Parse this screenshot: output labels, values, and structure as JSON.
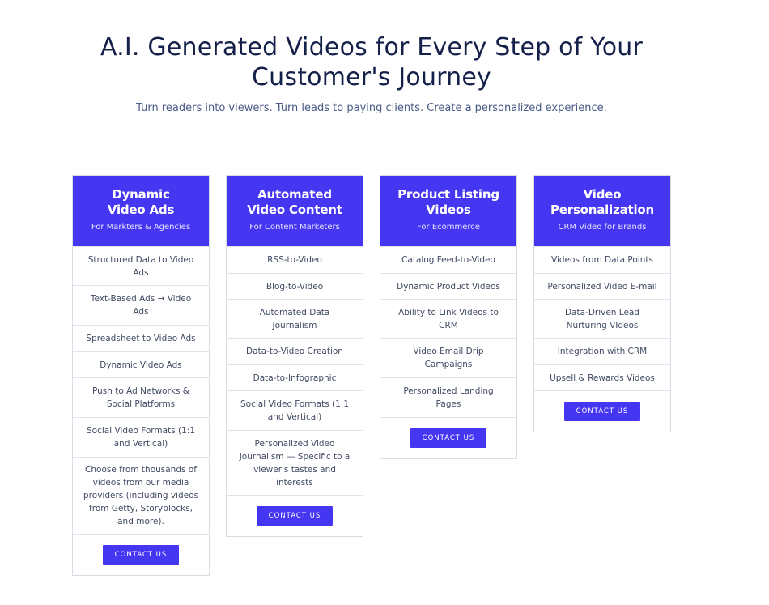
{
  "header": {
    "title_line1": "A.I. Generated Videos for Every Step of Your",
    "title_line2": "Customer's Journey",
    "subtitle": "Turn readers into viewers. Turn leads to paying clients. Create a personalized experience."
  },
  "cards": [
    {
      "title_line1": "Dynamic",
      "title_line2": "Video Ads",
      "tagline": "For Markters & Agencies",
      "features": [
        "Structured Data to Video Ads",
        "Text-Based Ads → Video Ads",
        "Spreadsheet to Video Ads",
        "Dynamic Video Ads",
        "Push to Ad Networks & Social Platforms",
        "Social Video Formats (1:1 and Vertical)",
        "Choose from thousands of videos from our media providers (including videos from Getty, Storyblocks, and more)."
      ],
      "cta": "CONTACT US"
    },
    {
      "title_line1": "Automated",
      "title_line2": "Video Content",
      "tagline": "For Content Marketers",
      "features": [
        "RSS-to-Video",
        "Blog-to-Video",
        "Automated Data Journalism",
        "Data-to-Video Creation",
        "Data-to-Infographic",
        "Social Video Formats (1:1 and Vertical)",
        "Personalized Video Journalism — Specific to a viewer's tastes and interests"
      ],
      "cta": "CONTACT US"
    },
    {
      "title_line1": "Product Listing",
      "title_line2": "Videos",
      "tagline": "For Ecommerce",
      "features": [
        "Catalog Feed-to-Video",
        "Dynamic Product Videos",
        "Ability to Link Videos to CRM",
        "Video Email Drip Campaigns",
        "Personalized Landing Pages"
      ],
      "cta": "CONTACT US"
    },
    {
      "title_line1": "Video",
      "title_line2": "Personalization",
      "tagline": "CRM Video for Brands",
      "features": [
        "Videos from Data Points",
        "Personalized Video E-mail",
        "Data-Driven Lead Nurturing VIdeos",
        "Integration with CRM",
        "Upsell & Rewards Videos"
      ],
      "cta": "CONTACT US"
    }
  ],
  "colors": {
    "accent": "#4536f2",
    "title": "#15204a",
    "subtitle": "#4a5a86",
    "border": "#d9dce4"
  }
}
